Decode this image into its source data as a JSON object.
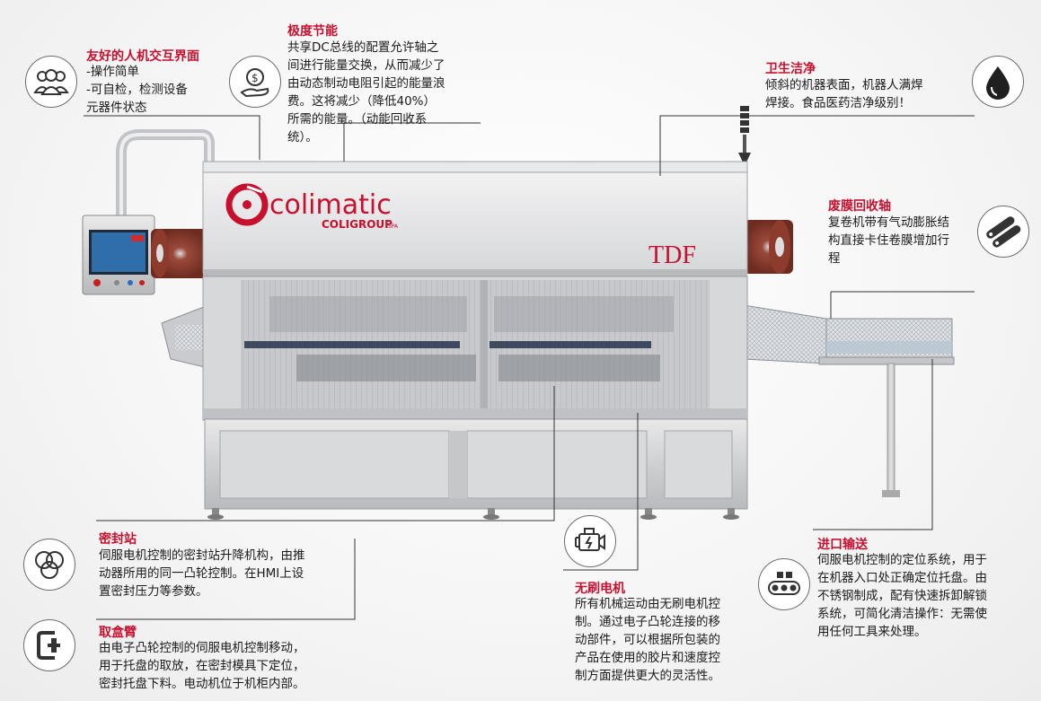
{
  "features": {
    "hmi": {
      "title": "友好的人机交互界面",
      "lines": [
        "-操作简单",
        "-可自检，检测设备",
        "元器件状态"
      ],
      "icon": "people-group-icon"
    },
    "energy": {
      "title": "极度节能",
      "lines": [
        "共享DC总线的配置允许轴之",
        "间进行能量交换，从而减少了",
        "由动态制动电阻引起的能量浪",
        "费。这将减少（降低40%）",
        "所需的能量。（动能回收系",
        "统）。"
      ],
      "icon": "money-hand-icon"
    },
    "hygiene": {
      "title": "卫生洁净",
      "lines": [
        "倾斜的机器表面，机器人满焊",
        "焊接。食品医药洁净级别！"
      ],
      "icon": "oil-drop-icon"
    },
    "film": {
      "title": "废膜回收轴",
      "lines": [
        "复卷机带有气动膨胀结",
        "构直接卡住卷膜增加行",
        "程"
      ],
      "icon": "film-roll-icon"
    },
    "sealing": {
      "title": "密封站",
      "lines": [
        "伺服电机控制的密封站升降机构，由推",
        "动器所用的同一凸轮控制。在HMI上设",
        "置密封压力等参数。"
      ],
      "icon": "three-circles-icon"
    },
    "picker": {
      "title": "取盒臂",
      "lines": [
        "由电子凸轮控制的伺服电机控制移动，",
        "用于托盘的取放，在密封模具下定位，",
        "密封托盘下料。电动机位于机柜内部。"
      ],
      "icon": "clamp-icon"
    },
    "motor": {
      "title": "无刷电机",
      "lines": [
        "所有机械运动由无刷电机控",
        "制。通过电子凸轮连接的移",
        "动部件，可以根据所包装的",
        "产品在使用的胶片和速度控",
        "制方面提供更大的灵活性。"
      ],
      "icon": "engine-icon"
    },
    "infeed": {
      "title": "进口输送",
      "lines": [
        "伺服电机控制的定位系统，用于",
        "在机器入口处正确定位托盘。由",
        "不锈钢制成，配有快速拆卸解锁",
        "系统，可简化清洁操作：无需使",
        "用任何工具来处理。"
      ],
      "icon": "conveyor-icon"
    }
  },
  "machine": {
    "brand": "colimatic",
    "sub_brand": "COLIGROUP",
    "sub_brand_suffix": "SPA",
    "model": "TDF",
    "brand_color": "#c8102e"
  }
}
